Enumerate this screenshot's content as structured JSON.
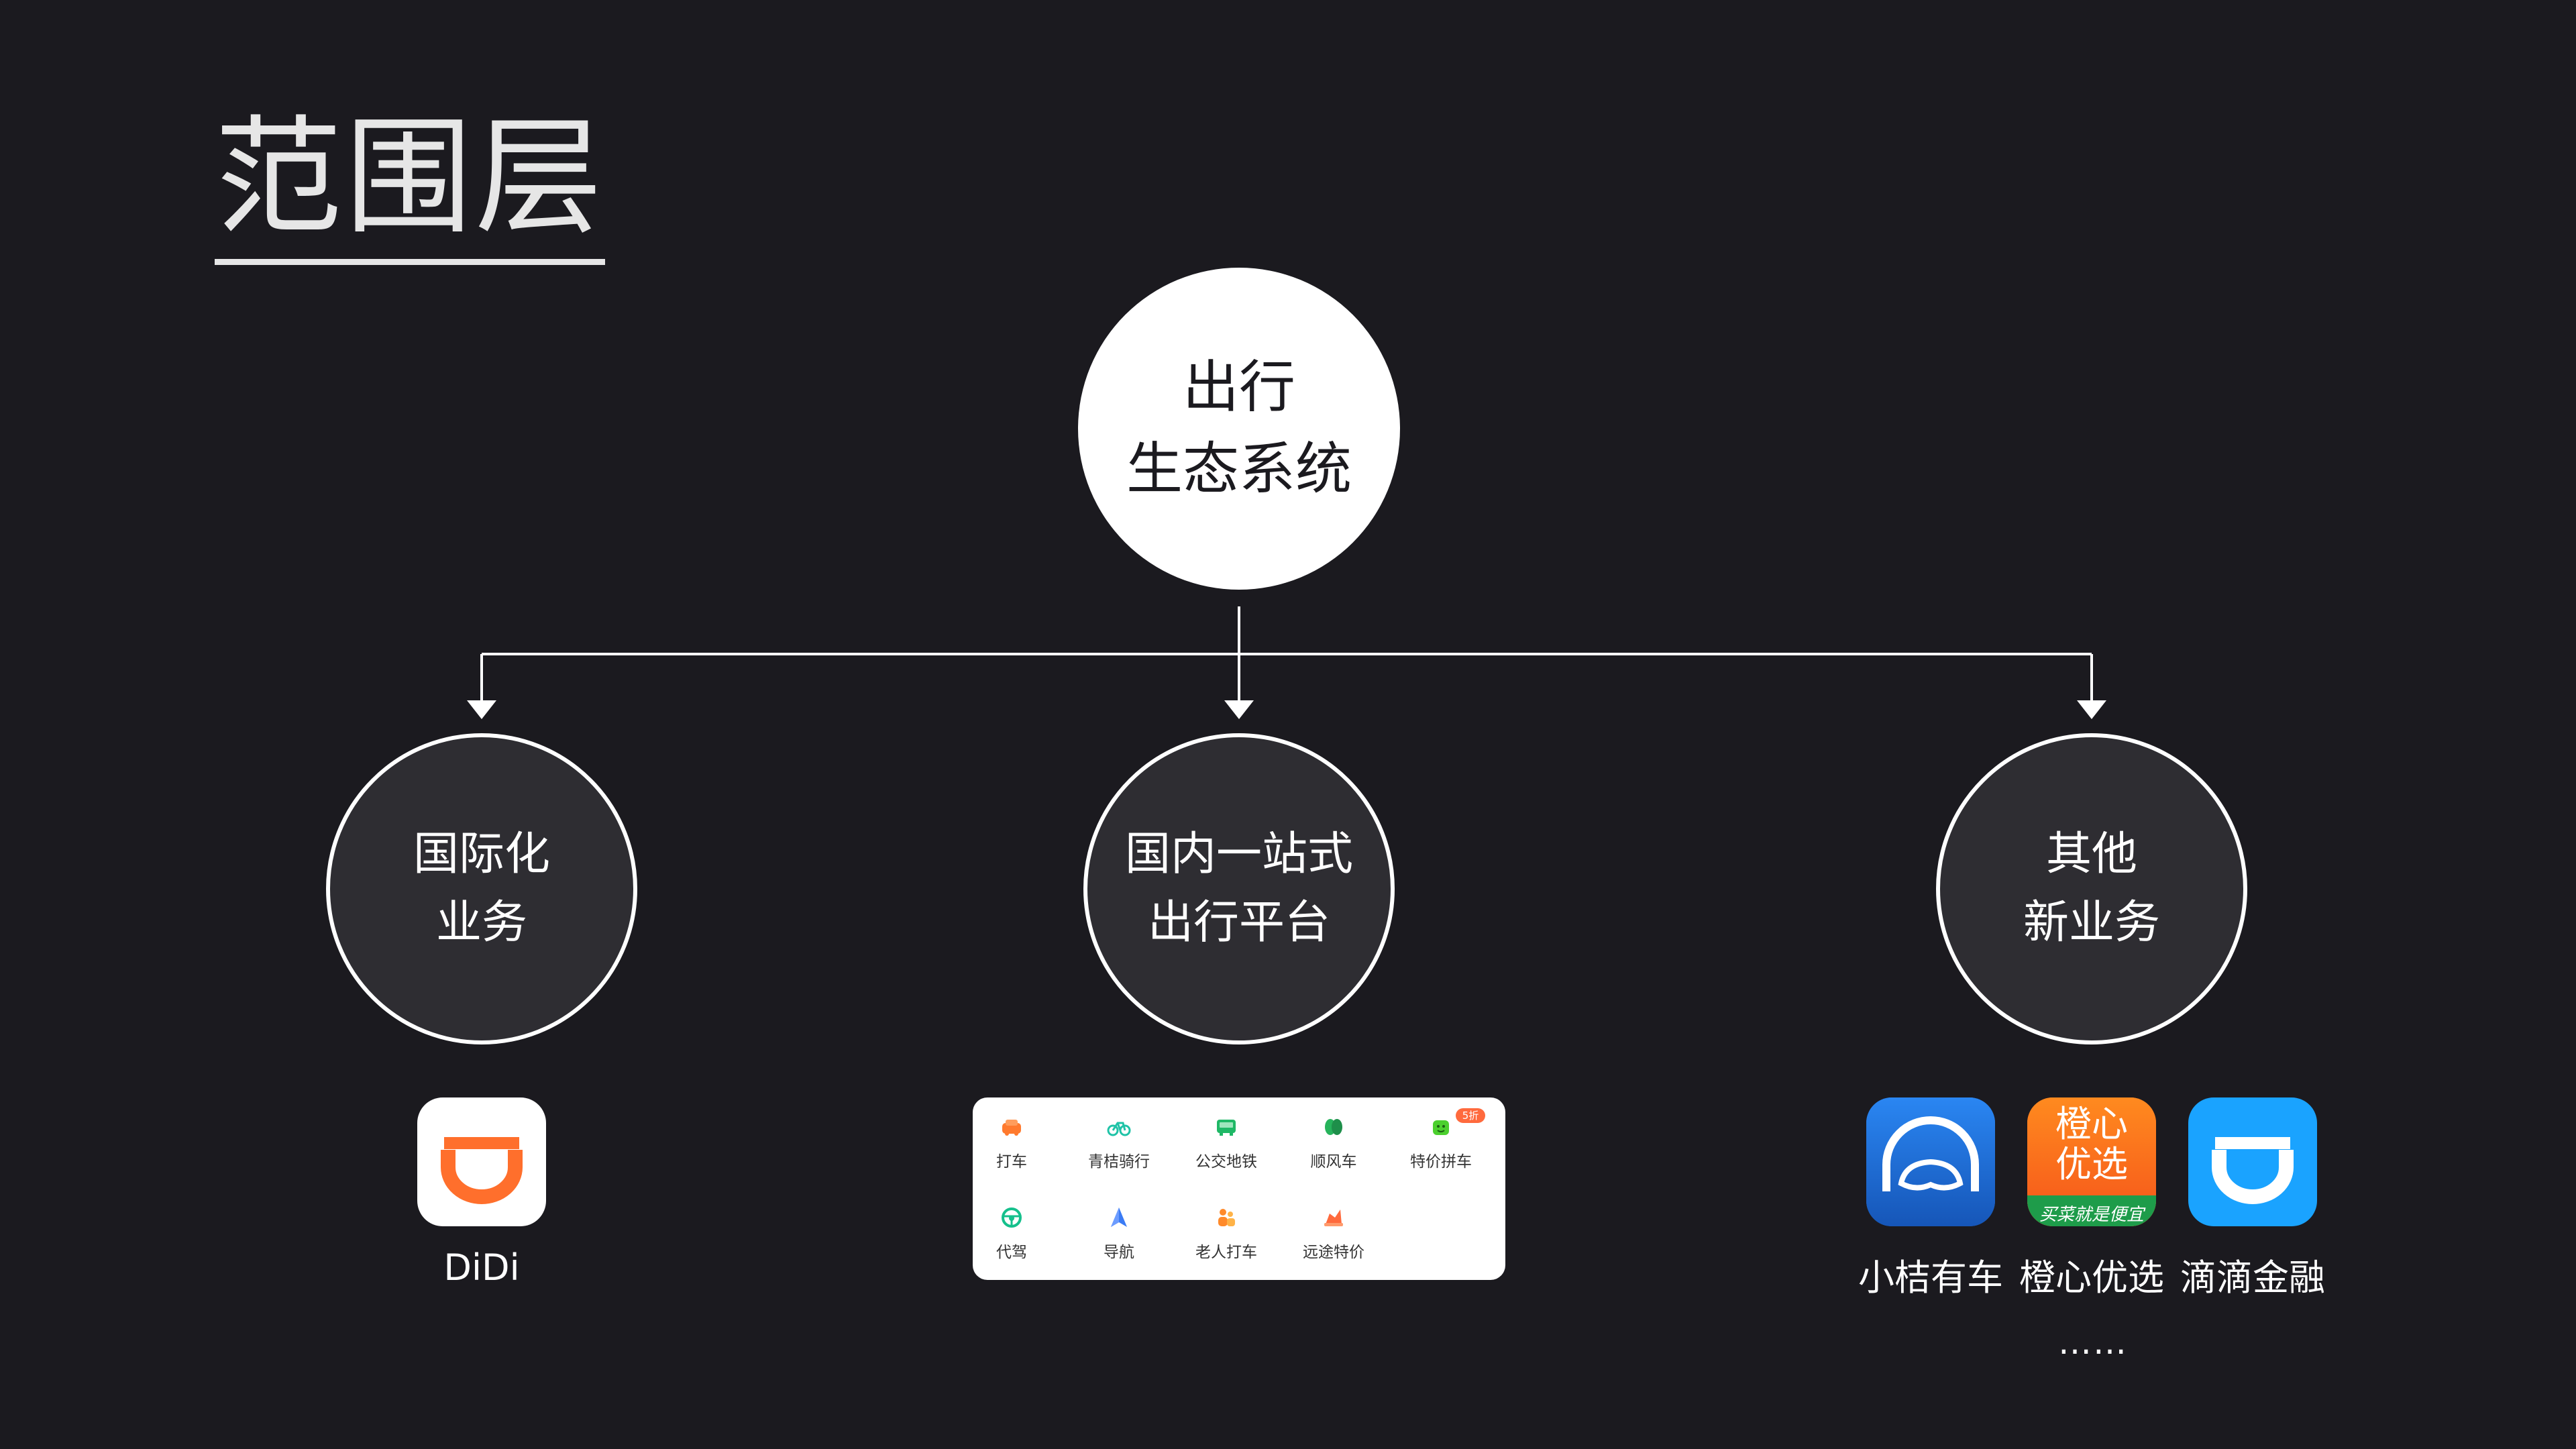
{
  "title": "范围层",
  "root": {
    "line1": "出行",
    "line2": "生态系统"
  },
  "branches": [
    {
      "line1": "国际化",
      "line2": "业务"
    },
    {
      "line1": "国内一站式",
      "line2": "出行平台"
    },
    {
      "line1": "其他",
      "line2": "新业务"
    }
  ],
  "didi_intl": {
    "label": "DiDi",
    "icon": "didi-orange-logo-icon",
    "color": "#ff6f2c"
  },
  "domestic_menu": {
    "items": [
      {
        "label": "打车",
        "icon": "car-icon",
        "color": "#ff7a2e"
      },
      {
        "label": "青桔骑行",
        "icon": "bike-icon",
        "color": "#1fc3a7"
      },
      {
        "label": "公交地铁",
        "icon": "bus-icon",
        "color": "#1fb866"
      },
      {
        "label": "顺风车",
        "icon": "hitch-ride-icon",
        "color": "#26b35b"
      },
      {
        "label": "特价拼车",
        "icon": "carpool-icon",
        "color": "#4cd02e"
      },
      {
        "label": "代驾",
        "icon": "steering-wheel-icon",
        "color": "#15c08c"
      },
      {
        "label": "导航",
        "icon": "navigation-arrow-icon",
        "color": "#3a7bf5"
      },
      {
        "label": "老人打车",
        "icon": "elderly-icon",
        "color": "#ff8a2a"
      },
      {
        "label": "远途特价",
        "icon": "long-trip-icon",
        "color": "#ff6a3d"
      }
    ],
    "badge": "5折"
  },
  "new_business": {
    "apps": [
      {
        "label": "小桔有车",
        "icon": "car-dome-icon",
        "color": "#1f6fd8"
      },
      {
        "label": "橙心优选",
        "icon": "chengxin-logo-icon",
        "color": "#ff6a1a",
        "icon_lines": [
          "橙心",
          "优选"
        ],
        "slogan": "买菜就是便宜"
      },
      {
        "label": "滴滴金融",
        "icon": "didi-blue-logo-icon",
        "color": "#1aa3ff"
      }
    ],
    "more": "……"
  }
}
